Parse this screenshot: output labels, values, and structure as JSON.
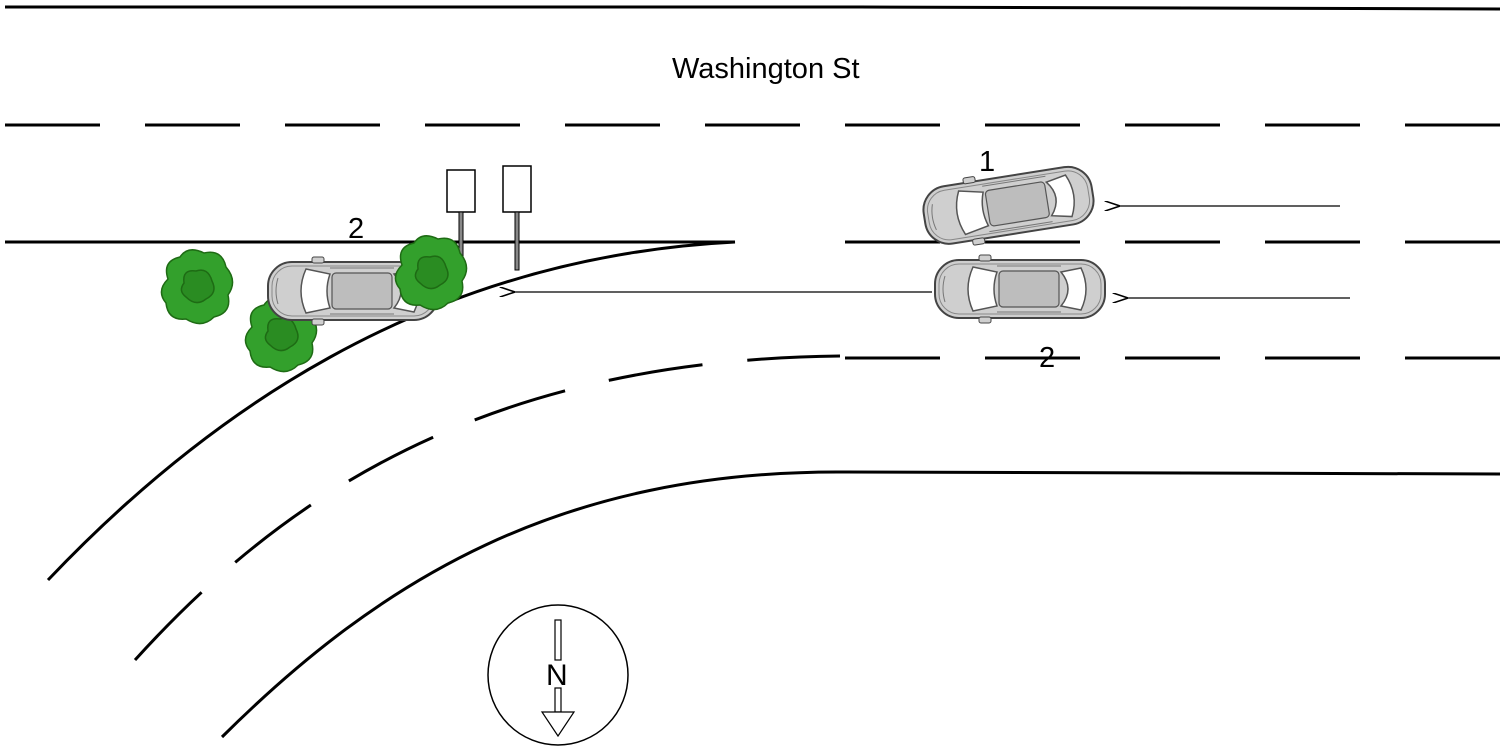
{
  "street_name": "Washington St",
  "vehicles": [
    {
      "number": "1",
      "color": "#cfcfcf"
    },
    {
      "number": "2",
      "color": "#cfcfcf"
    }
  ],
  "vehicle2_final_label": "2",
  "compass": {
    "letter": "N",
    "icon": "north-arrow-icon"
  },
  "colors": {
    "tree": "#33a02c",
    "tree_dark": "#1e6b14",
    "line": "#000000"
  }
}
